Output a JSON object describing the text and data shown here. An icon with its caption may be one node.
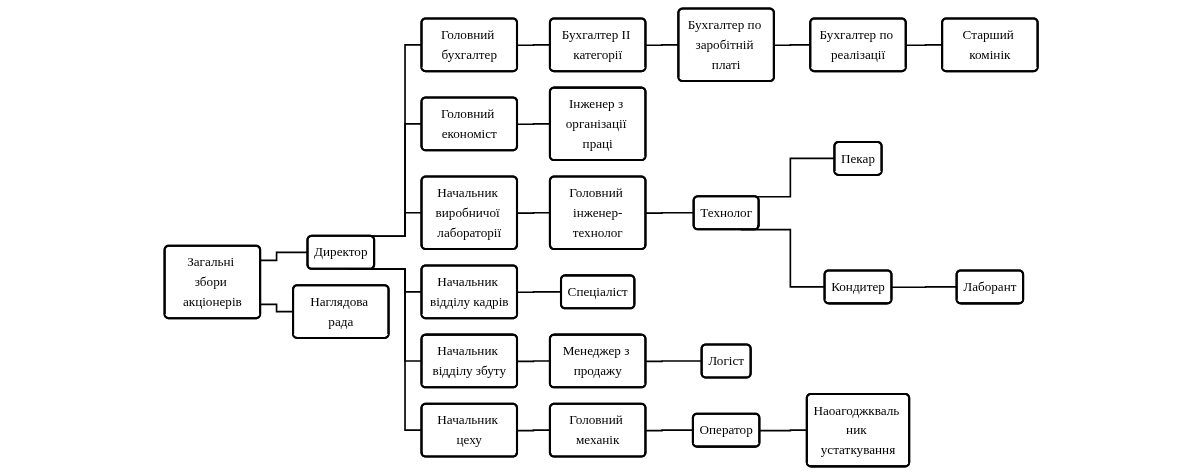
{
  "diagram": {
    "nodes": [
      {
        "text": [
          "Загальні збори акціонерів"
        ]
      },
      {
        "text": [
          "Директор"
        ]
      },
      {
        "text": [
          "Наглядова рада"
        ]
      },
      {
        "text": [
          "Головний бухгалтер"
        ]
      },
      {
        "text": [
          "Бухгалтер II категорії"
        ]
      },
      {
        "text": [
          "Бухгалтер по заробітній платі"
        ]
      },
      {
        "text": [
          "Бухгалтер по реалізації"
        ]
      },
      {
        "text": [
          "Старший комінік"
        ]
      },
      {
        "text": [
          "Головний економіст"
        ]
      },
      {
        "text": [
          "Інженер з організації праці"
        ]
      },
      {
        "text": [
          "Начальник виробничої лабораторії"
        ]
      },
      {
        "text": [
          "Головний інженер-технолог"
        ]
      },
      {
        "text": [
          "Технолог"
        ]
      },
      {
        "text": [
          "Пекар"
        ]
      },
      {
        "text": [
          "Кондитер"
        ]
      },
      {
        "text": [
          "Лаборант"
        ]
      },
      {
        "text": [
          "Начальник відділу кадрів"
        ]
      },
      {
        "text": [
          "Спеціаліст"
        ]
      },
      {
        "text": [
          "Начальник відділу збуту"
        ]
      },
      {
        "text": [
          "Менеджер з продажу"
        ]
      },
      {
        "text": [
          "Логіст"
        ]
      },
      {
        "text": [
          "Начальник цеху"
        ]
      },
      {
        "text": [
          "Головний механік"
        ]
      },
      {
        "text": [
          "Оператор"
        ]
      },
      {
        "text": [
          "Наоагоджкваль ник устаткування"
        ]
      }
    ],
    "edges": [
      {
        "from": 0,
        "to": 1,
        "arrow": "none"
      },
      {
        "from": 0,
        "to": 2,
        "arrow": "none"
      },
      {
        "from": 1,
        "to": 3,
        "arrow": "none"
      },
      {
        "from": 1,
        "to": 8,
        "arrow": "none"
      },
      {
        "from": 1,
        "to": 10,
        "arrow": "none"
      },
      {
        "from": 1,
        "to": 16,
        "arrow": "none"
      },
      {
        "from": 1,
        "to": 18,
        "arrow": "none"
      },
      {
        "from": 1,
        "to": 21,
        "arrow": "none"
      },
      {
        "from": 3,
        "to": 4,
        "arrow": "none"
      },
      {
        "from": 4,
        "to": 5,
        "arrow": "none"
      },
      {
        "from": 5,
        "to": 6,
        "arrow": "none"
      },
      {
        "from": 6,
        "to": 7,
        "arrow": "none"
      },
      {
        "from": 8,
        "to": 9,
        "arrow": "none"
      },
      {
        "from": 10,
        "to": 11,
        "arrow": "none"
      },
      {
        "from": 11,
        "to": 12,
        "arrow": "none"
      },
      {
        "from": 12,
        "to": 13,
        "arrow": "none"
      },
      {
        "from": 12,
        "to": 14,
        "arrow": "none"
      },
      {
        "from": 14,
        "to": 15,
        "arrow": "none"
      },
      {
        "from": 16,
        "to": 17,
        "arrow": "none"
      },
      {
        "from": 18,
        "to": 19,
        "arrow": "none"
      },
      {
        "from": 19,
        "to": 20,
        "arrow": "none"
      },
      {
        "from": 21,
        "to": 22,
        "arrow": "none"
      },
      {
        "from": 22,
        "to": 23,
        "arrow": "none"
      },
      {
        "from": 23,
        "to": 24,
        "arrow": "none"
      }
    ]
  }
}
